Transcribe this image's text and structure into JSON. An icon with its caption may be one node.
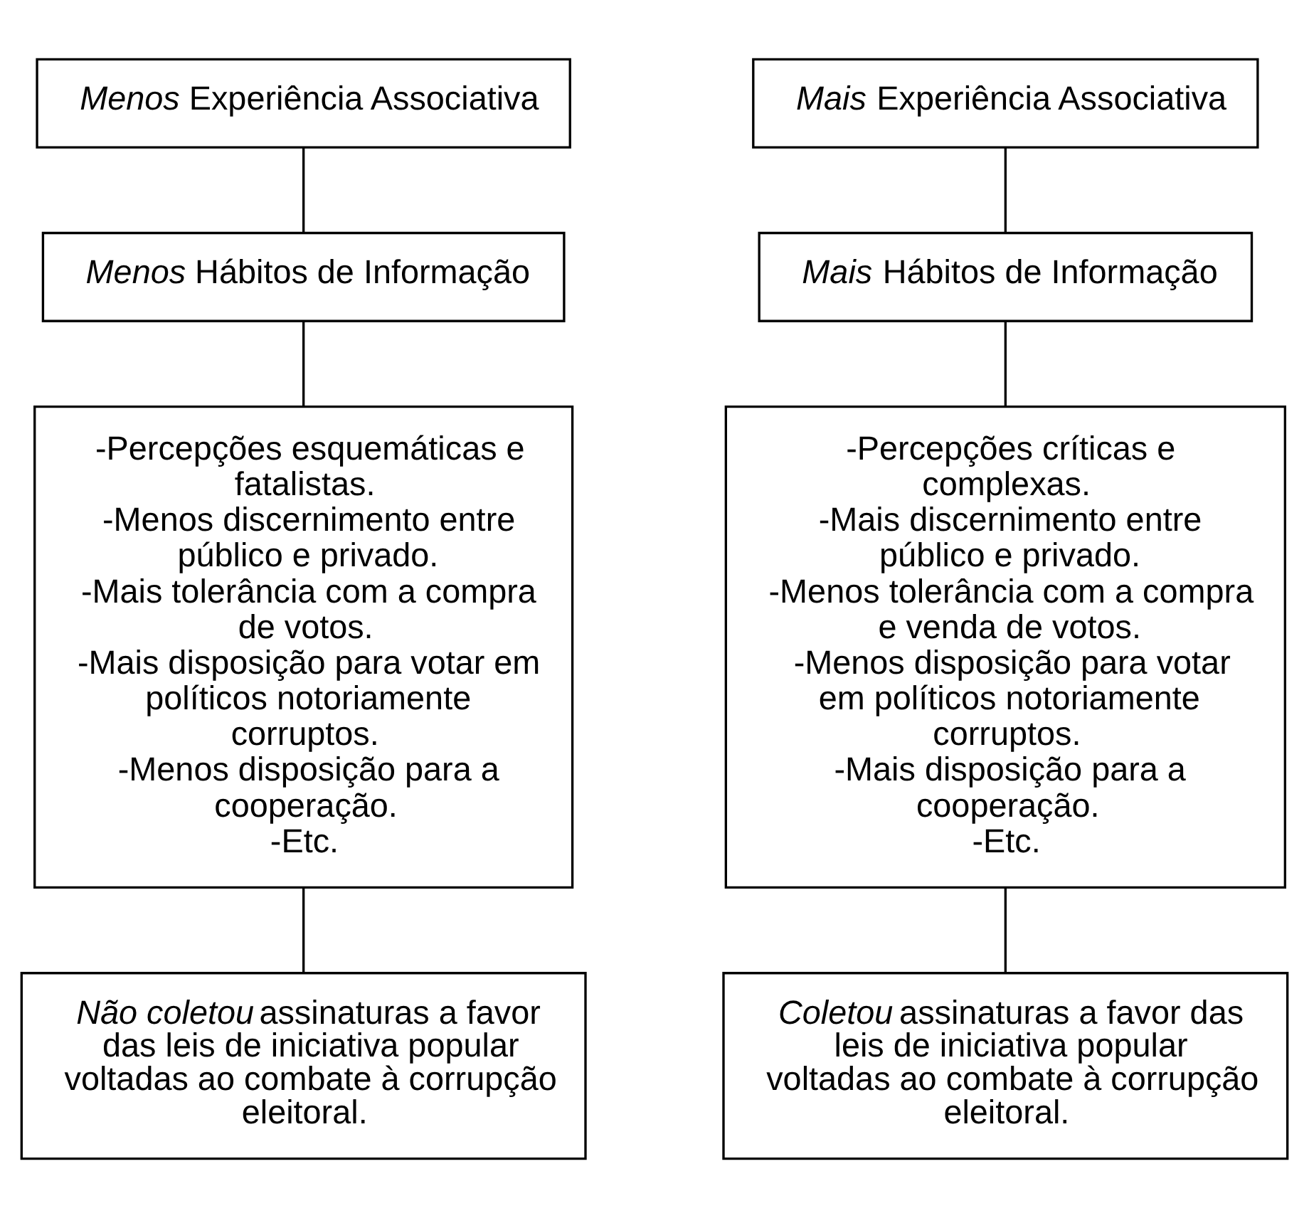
{
  "diagram": {
    "nodes": [
      {
        "text": [
          "*Menos* Experiência Associativa"
        ]
      },
      {
        "text": [
          "*Mais* Experiência Associativa"
        ]
      },
      {
        "text": [
          "*Menos* Hábitos de Informação"
        ]
      },
      {
        "text": [
          "*Mais* Hábitos de Informação"
        ]
      },
      {
        "text": [
          "-Percepções esquemáticas e fatalistas.",
          "-Menos discernimento entre público e privado.",
          "-Mais tolerância com a compra de votos.",
          "-Mais disposição para votar em políticos notoriamente corruptos.",
          "-Menos disposição para a cooperação.",
          "-Etc."
        ]
      },
      {
        "text": [
          "-Percepções críticas e complexas.",
          "-Mais discernimento entre público e privado.",
          "-Menos tolerância com a compra e venda de votos.",
          "-Menos disposição para votar em políticos notoriamente corruptos.",
          "-Mais disposição para a cooperação.",
          "-Etc."
        ]
      },
      {
        "text": [
          "*Não coletou* assinaturas a favor das leis de iniciativa popular voltadas ao combate à corrupção eleitoral."
        ]
      },
      {
        "text": [
          "*Coletou* assinaturas a favor das leis de iniciativa popular voltadas ao combate à corrupção eleitoral."
        ]
      }
    ],
    "edges": [
      {
        "from": 0,
        "to": 2,
        "arrow": "none"
      },
      {
        "from": 2,
        "to": 4,
        "arrow": "none"
      },
      {
        "from": 4,
        "to": 6,
        "arrow": "none"
      },
      {
        "from": 1,
        "to": 3,
        "arrow": "none"
      },
      {
        "from": 3,
        "to": 5,
        "arrow": "none"
      },
      {
        "from": 5,
        "to": 7,
        "arrow": "none"
      }
    ]
  }
}
